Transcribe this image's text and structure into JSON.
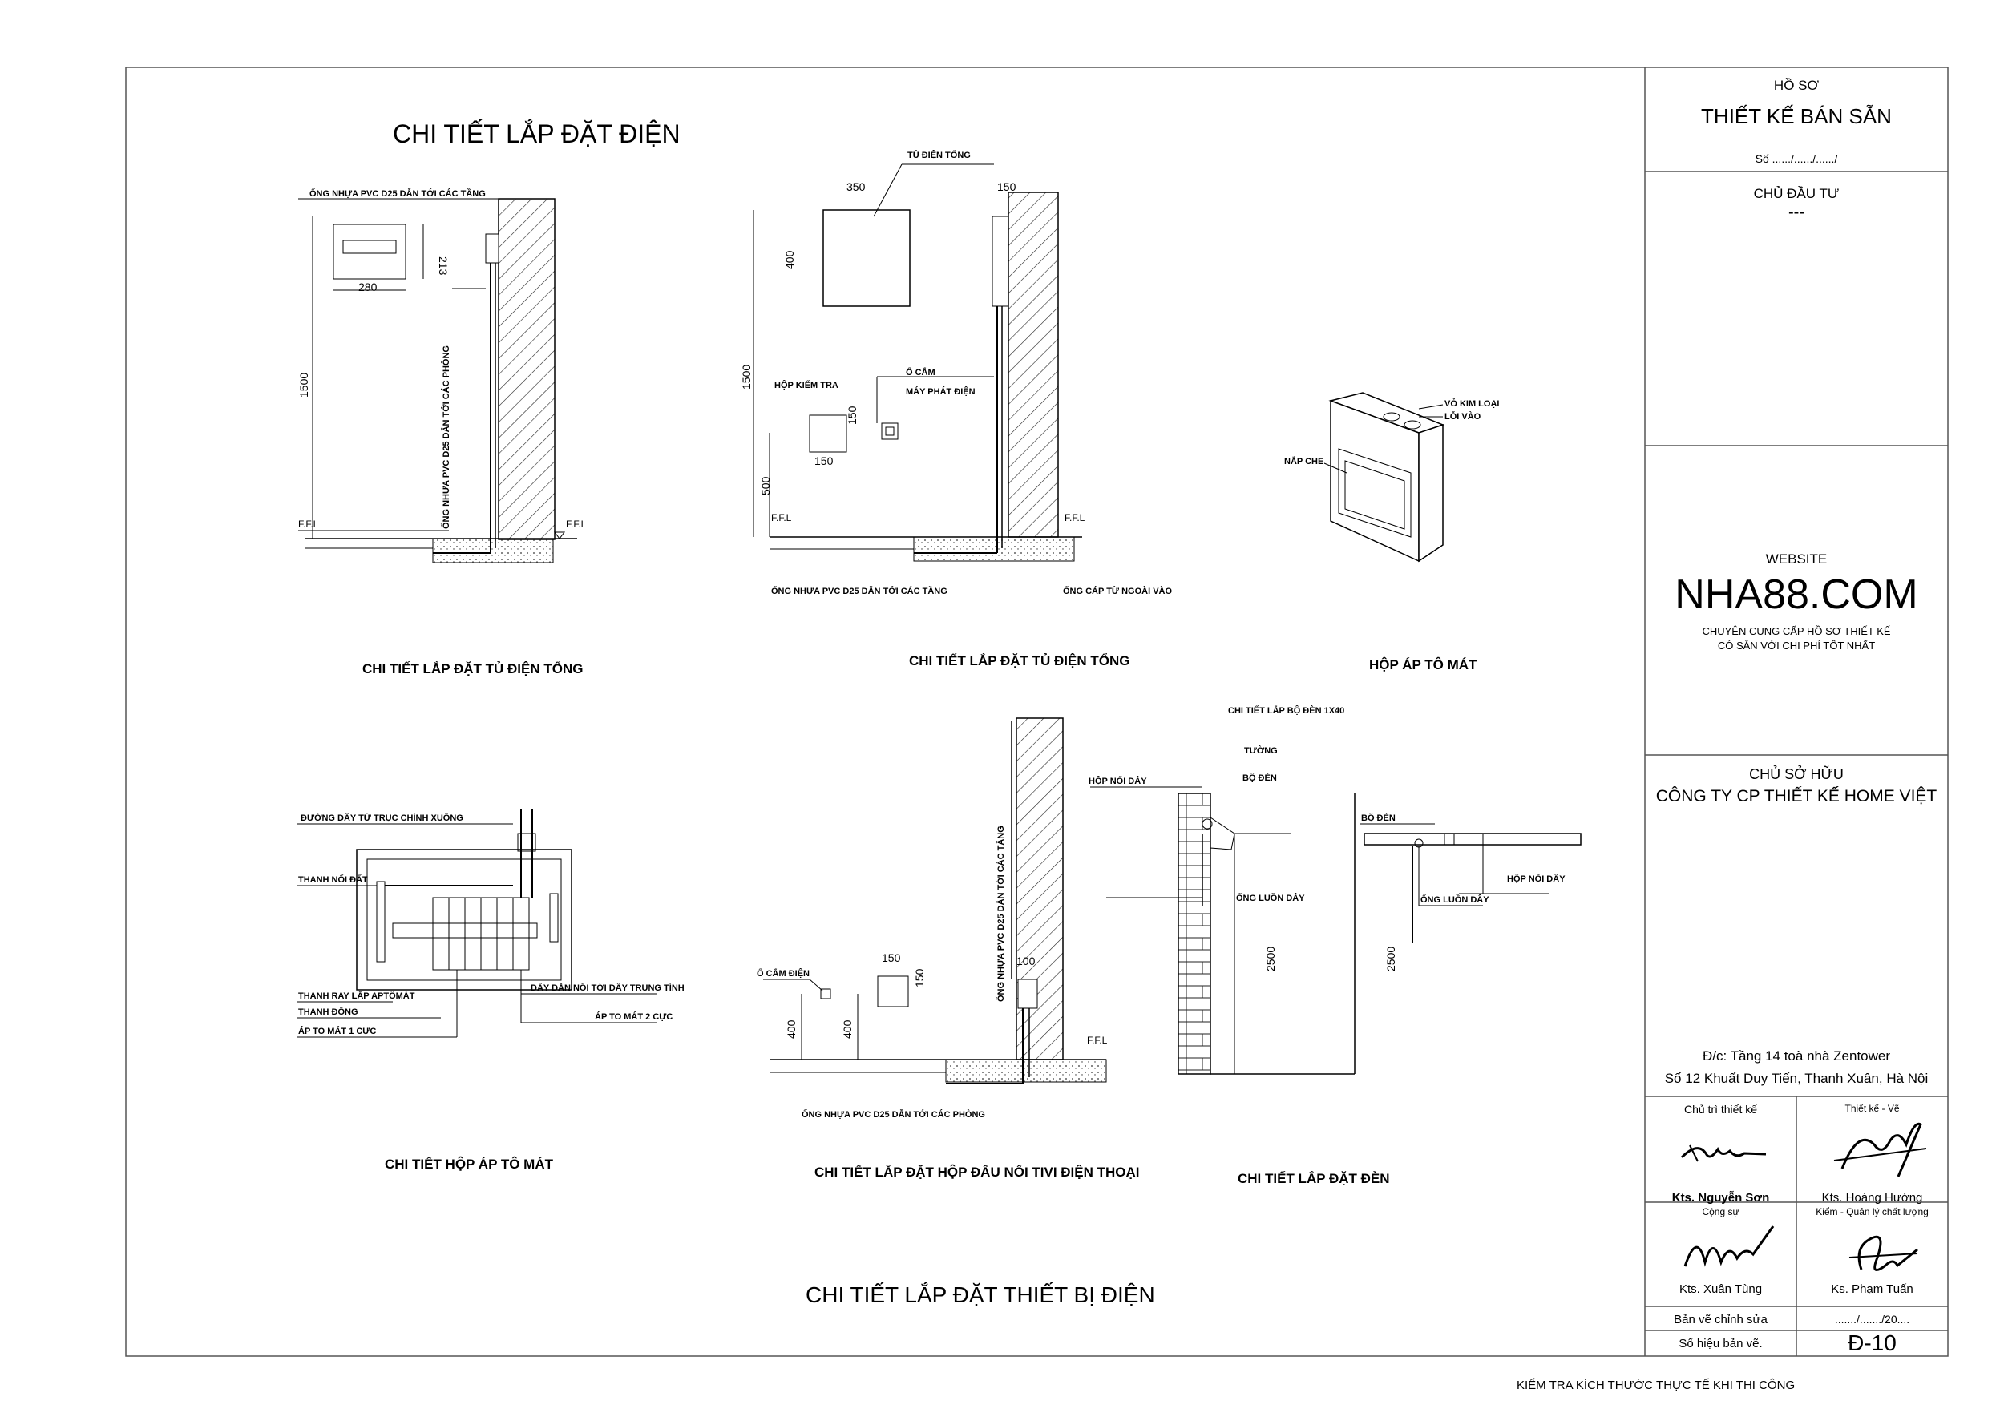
{
  "sheet": {
    "main_title": "CHI TIẾT LẮP ĐẶT ĐIỆN",
    "bottom_title": "CHI TIẾT LẮP ĐẶT THIẾT BỊ ĐIỆN",
    "footer_note": "KIỂM TRA KÍCH THƯỚC THỰC TẾ KHI THI CÔNG"
  },
  "drawings": {
    "d1": {
      "title": "CHI TIẾT LẮP ĐẶT TỦ ĐIỆN TỔNG",
      "label_top": "ỐNG NHỰA PVC D25 DẪN TỚI CÁC TẦNG",
      "label_vertical": "ỐNG NHỰA PVC D25 DẪN TỚI CÁC PHÒNG",
      "dim_width": "280",
      "dim_height": "213",
      "dim_level": "1500",
      "ffl_left": "F.F.L",
      "ffl_right": "F.F.L"
    },
    "d2": {
      "title": "CHI TIẾT LẮP ĐẶT TỦ ĐIỆN TỔNG",
      "label_panel": "TỦ ĐIỆN TỔNG",
      "label_check_box": "HỘP KIỂM TRA",
      "label_socket": "Ổ CẮM",
      "label_generator": "MÁY PHÁT ĐIỆN",
      "label_pipe": "ỐNG NHỰA PVC D25 DẪN TỚI CÁC TẦNG",
      "label_cable": "ỐNG CÁP TỪ NGOÀI VÀO",
      "dim_350": "350",
      "dim_150_top": "150",
      "dim_400": "400",
      "dim_1500": "1500",
      "dim_150_a": "150",
      "dim_150_b": "150",
      "dim_500": "500",
      "ffl_left": "F.F.L",
      "ffl_right": "F.F.L"
    },
    "d3": {
      "title": "HỘP ÁP TÔ MÁT",
      "label_shell": "VỎ KIM LOẠI",
      "label_inlet": "LỖI VÀO",
      "label_cover": "NẮP CHE"
    },
    "d4": {
      "title": "CHI TIẾT HỘP ÁP TÔ MÁT",
      "label_main": "ĐƯỜNG DÂY TỪ TRỤC CHÍNH XUỐNG",
      "label_ground": "THANH NỐI ĐẤT",
      "label_rail": "THANH RAY LẮP APTÔMÁT",
      "label_copper": "THANH ĐỒNG",
      "label_1pole": "ÁP TO MÁT 1 CỰC",
      "label_neutral": "DÂY DẪN NỐI TỚI DÂY TRUNG TÍNH",
      "label_2pole": "ÁP TO MÁT 2 CỰC"
    },
    "d5": {
      "title": "CHI TIẾT LẮP ĐẶT HỘP ĐẤU NỐI TIVI ĐIỆN THOẠI",
      "label_socket": "Ổ CẮM ĐIỆN",
      "label_vertical": "ỐNG NHỰA PVC D25 DẪN TỚI CÁC TẦNG",
      "label_bottom": "ỐNG NHỰA PVC D25 DẪN TỚI CÁC PHÒNG",
      "dim_150": "150",
      "dim_150_v": "150",
      "dim_400_a": "400",
      "dim_400_b": "400",
      "dim_100": "100",
      "ffl": "F.F.L"
    },
    "d6": {
      "title": "CHI TIẾT LẮP ĐẶT ĐÈN",
      "label_header": "CHI TIẾT LẮP BỘ ĐÈN 1X40",
      "label_wall": "TƯỜNG",
      "label_lamp": "BỘ ĐÈN",
      "label_junction": "HỘP NỐI DÂY",
      "label_conduit": "ỐNG LUỒN DÂY",
      "label_lamp2": "BỘ ĐÈN",
      "label_junction2": "HỘP NỐI DÂY",
      "label_conduit2": "ỐNG LUỒN DÂY",
      "dim_2500_a": "2500",
      "dim_2500_b": "2500"
    }
  },
  "title_block": {
    "ho_so": "HỒ SƠ",
    "design_type": "THIẾT KẾ BÁN SẴN",
    "so": "Số ....../....../....../",
    "investor_label": "CHỦ ĐẦU TƯ",
    "investor_value": "---",
    "website_label": "WEBSITE",
    "website": "NHA88.COM",
    "tagline_1": "CHUYÊN CUNG CẤP HỒ SƠ THIẾT KẾ",
    "tagline_2": "CÓ SẴN VỚI CHI PHÍ TỐT NHẤT",
    "owner_label": "CHỦ SỞ HỮU",
    "owner": "CÔNG TY CP THIẾT KẾ HOME VIỆT",
    "address_1": "Đ/c: Tầng 14 toà nhà Zentower",
    "address_2": "Số 12 Khuất Duy Tiến, Thanh Xuân, Hà Nội",
    "role_1": "Chủ trì thiết kế",
    "role_2": "Thiết kế - Vẽ",
    "name_1": "Kts. Nguyễn Sơn",
    "name_2": "Kts. Hoàng Hướng",
    "role_3": "Cộng sự",
    "role_4": "Kiểm - Quản lý chất lượng",
    "name_3": "Kts. Xuân Tùng",
    "name_4": "Ks. Phạm Tuấn",
    "revision_label": "Bản vẽ chỉnh sửa",
    "revision_date": "......./......./20....",
    "sheet_no_label": "Số hiệu bản vẽ.",
    "sheet_no": "Đ-10"
  }
}
